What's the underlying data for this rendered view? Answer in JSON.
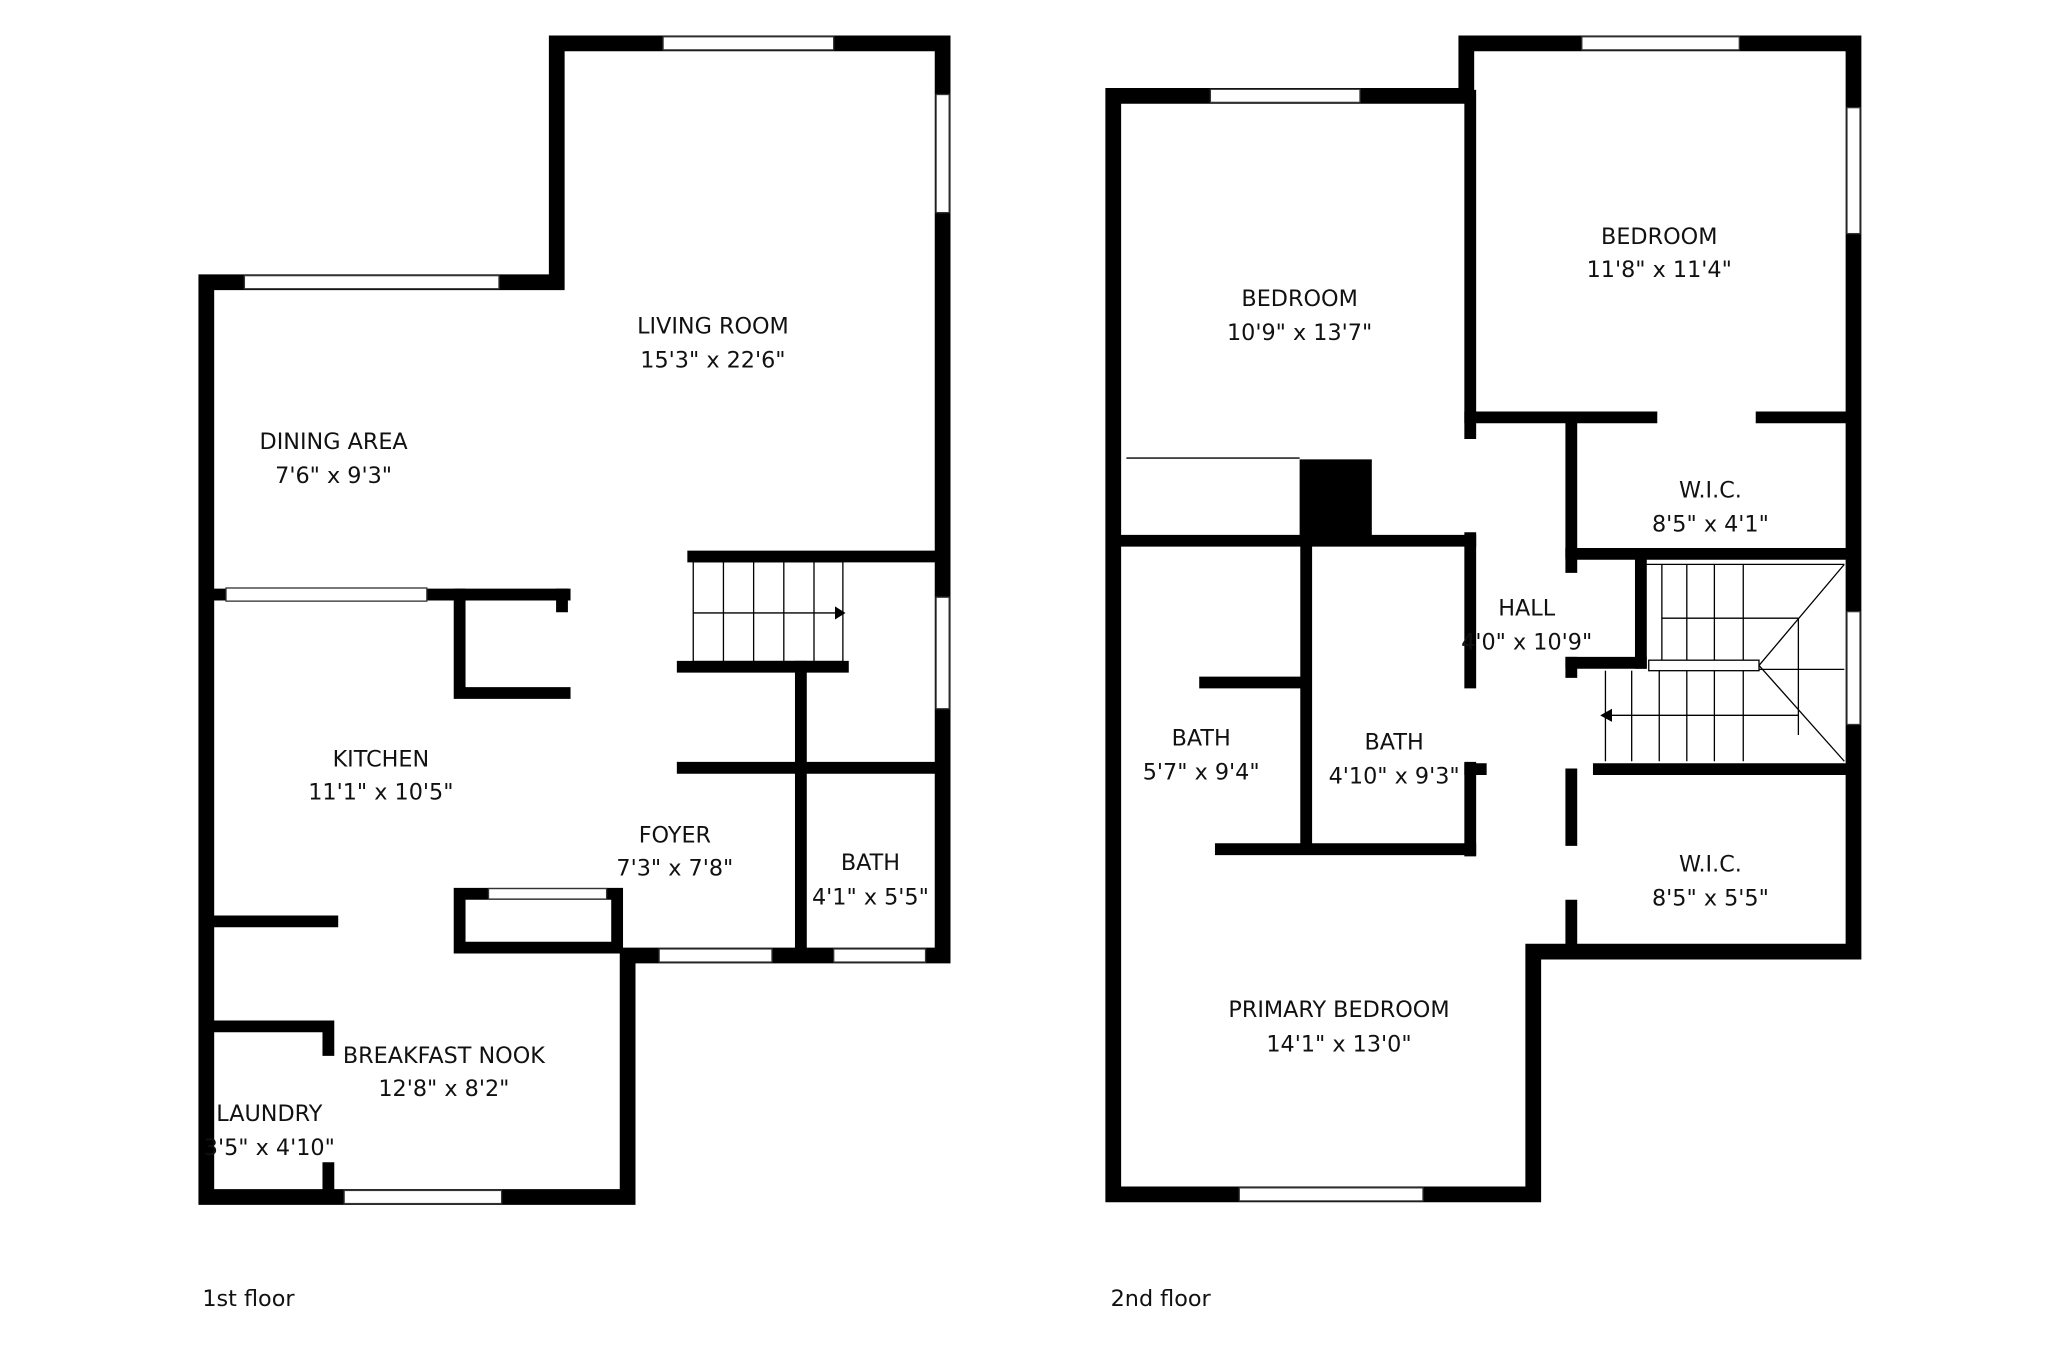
{
  "floors": [
    {
      "label": "1st floor",
      "rooms": [
        {
          "name": "LIVING ROOM",
          "size": "15'3\" x 22'6\""
        },
        {
          "name": "DINING AREA",
          "size": "7'6\" x 9'3\""
        },
        {
          "name": "KITCHEN",
          "size": "11'1\" x 10'5\""
        },
        {
          "name": "FOYER",
          "size": "7'3\" x 7'8\""
        },
        {
          "name": "BATH",
          "size": "4'1\" x 5'5\""
        },
        {
          "name": "BREAKFAST NOOK",
          "size": "12'8\" x 8'2\""
        },
        {
          "name": "LAUNDRY",
          "size": "3'5\" x 4'10\""
        }
      ]
    },
    {
      "label": "2nd floor",
      "rooms": [
        {
          "name": "BEDROOM",
          "size": "10'9\" x 13'7\""
        },
        {
          "name": "BEDROOM",
          "size": "11'8\" x 11'4\""
        },
        {
          "name": "W.I.C.",
          "size": "8'5\" x 4'1\""
        },
        {
          "name": "HALL",
          "size": "4'0\" x 10'9\""
        },
        {
          "name": "BATH",
          "size": "5'7\" x 9'4\""
        },
        {
          "name": "BATH",
          "size": "4'10\" x 9'3\""
        },
        {
          "name": "W.I.C.",
          "size": "8'5\" x 5'5\""
        },
        {
          "name": "PRIMARY BEDROOM",
          "size": "14'1\" x 13'0\""
        }
      ]
    }
  ]
}
